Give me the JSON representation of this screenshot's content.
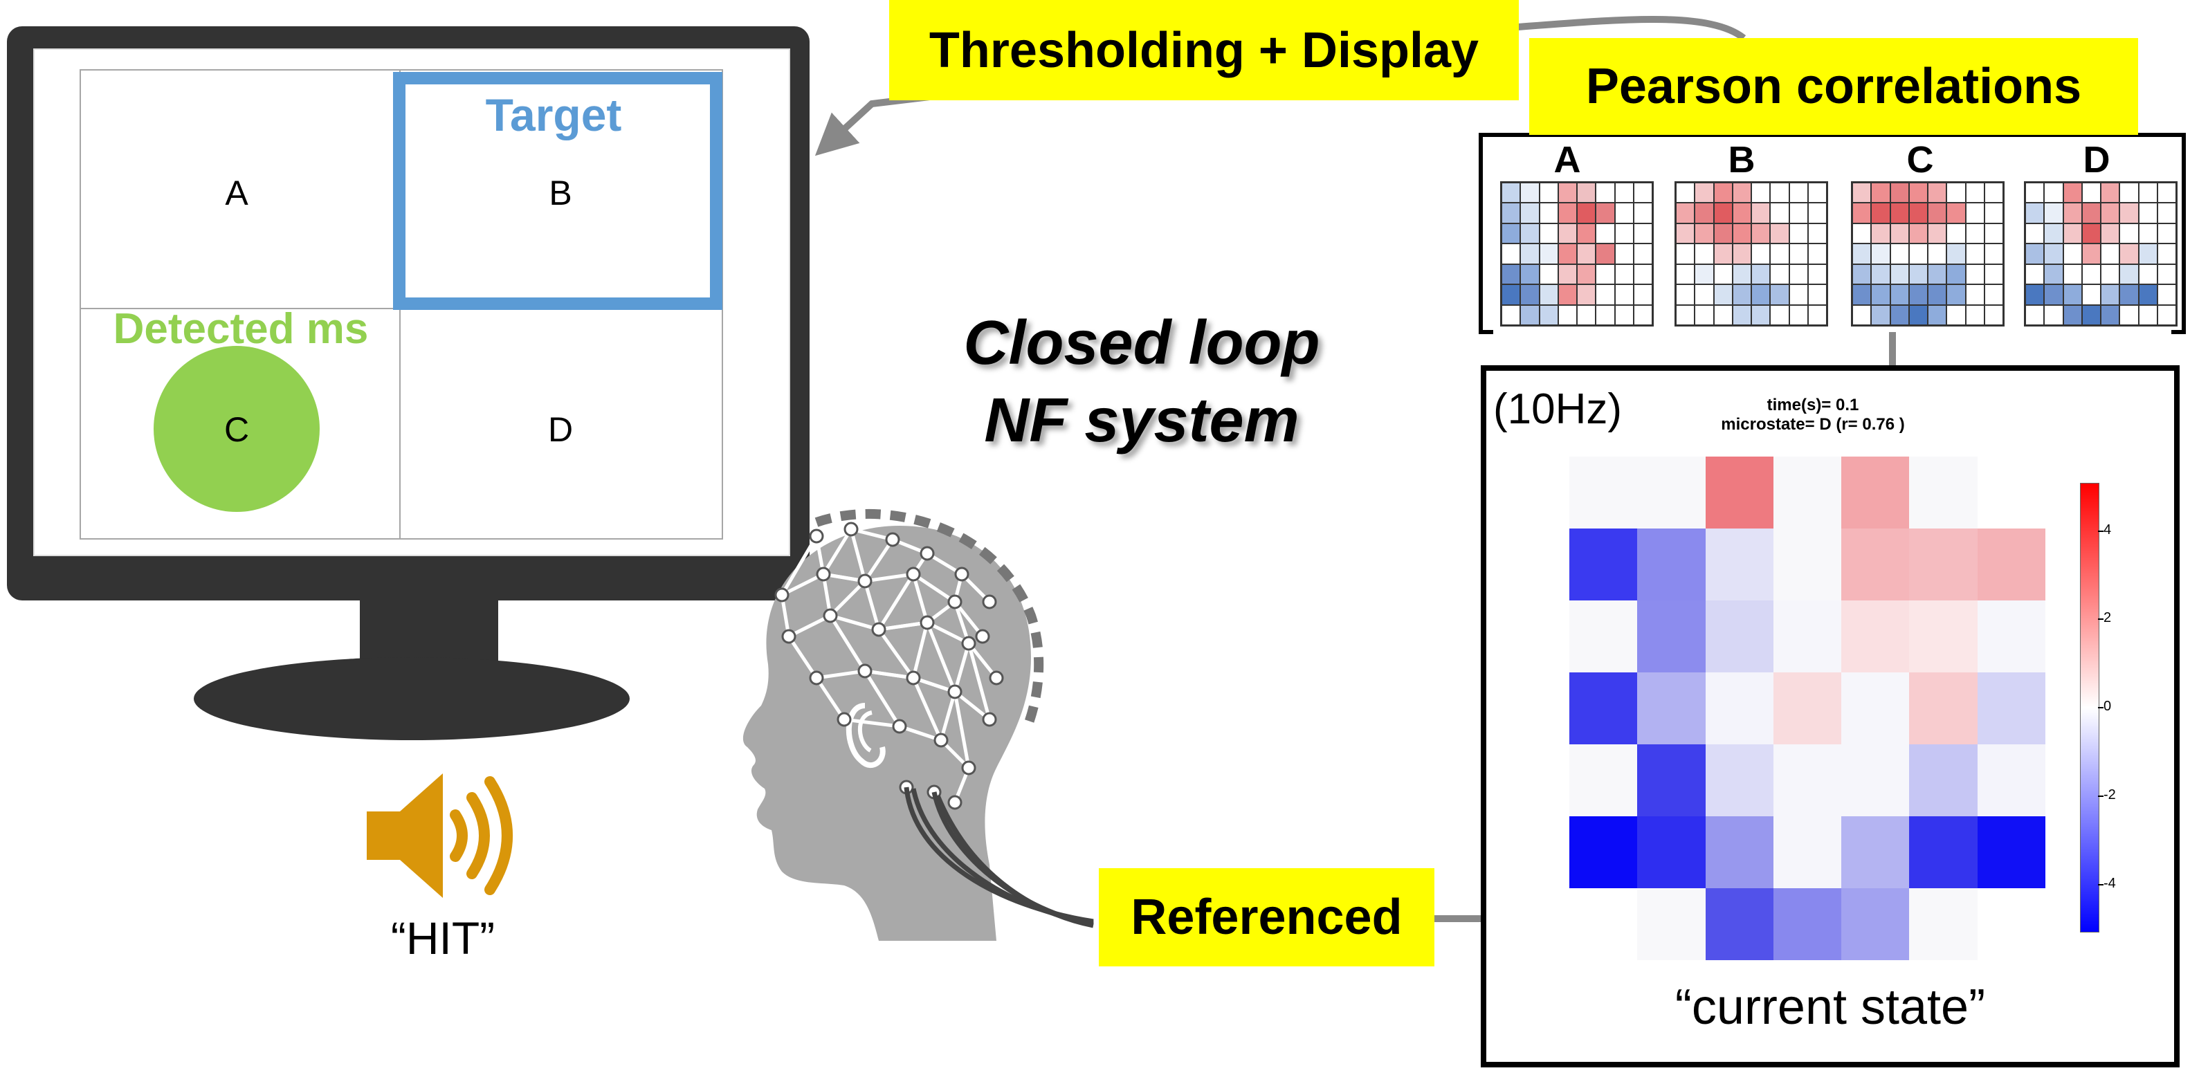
{
  "monitor": {
    "cells": [
      "A",
      "B",
      "C",
      "D"
    ],
    "target_label": "Target",
    "detected_label": "Detected ms"
  },
  "audio": {
    "label": "“HIT”",
    "icon": "speaker-icon",
    "color": "#d9960a"
  },
  "labels": {
    "thresholding": "Thresholding + Display",
    "pearson": "Pearson correlations",
    "closed_loop_line1": "Closed loop",
    "closed_loop_line2": "NF system",
    "referenced": "Referenced"
  },
  "pearson_maps": {
    "letters": [
      "A",
      "B",
      "C",
      "D"
    ],
    "grids": [
      [
        "#c6d6ee",
        "#e9eff8",
        "#ffffff",
        "#f1a8aa",
        "#eec0c2",
        "#ffffff",
        "#ffffff",
        "#ffffff",
        "#aac0e4",
        "#d6e2f2",
        "#ffffff",
        "#ee8e90",
        "#e05c60",
        "#e68084",
        "#ffffff",
        "#ffffff",
        "#8eacdc",
        "#c6d6ee",
        "#ffffff",
        "#f3c6c8",
        "#ee8e90",
        "#ffffff",
        "#ffffff",
        "#ffffff",
        "#ffffff",
        "#d6e2f2",
        "#e9eff8",
        "#ee8e90",
        "#f3c6c8",
        "#e68084",
        "#ffffff",
        "#ffffff",
        "#6e90cc",
        "#8eacdc",
        "#ffffff",
        "#f3c6c8",
        "#f1a8aa",
        "#ffffff",
        "#ffffff",
        "#ffffff",
        "#4a78c0",
        "#6e90cc",
        "#d6e2f2",
        "#ee8e90",
        "#f3c6c8",
        "#ffffff",
        "#ffffff",
        "#ffffff",
        "#ffffff",
        "#aac0e4",
        "#c6d6ee",
        "#ffffff",
        "#ffffff",
        "#ffffff",
        "#ffffff",
        "#ffffff"
      ],
      [
        "#ffffff",
        "#f3c6c8",
        "#ee8e90",
        "#f1a8aa",
        "#ffffff",
        "#ffffff",
        "#ffffff",
        "#ffffff",
        "#f1a8aa",
        "#e68084",
        "#e05c60",
        "#ee8e90",
        "#f3c6c8",
        "#ffffff",
        "#ffffff",
        "#ffffff",
        "#f3c6c8",
        "#f1a8aa",
        "#e68084",
        "#ee8e90",
        "#f1a8aa",
        "#f3c6c8",
        "#ffffff",
        "#ffffff",
        "#ffffff",
        "#ffffff",
        "#f3c6c8",
        "#f3c6c8",
        "#ffffff",
        "#ffffff",
        "#ffffff",
        "#ffffff",
        "#ffffff",
        "#e9eff8",
        "#ffffff",
        "#d6e2f2",
        "#c6d6ee",
        "#ffffff",
        "#ffffff",
        "#ffffff",
        "#ffffff",
        "#ffffff",
        "#d6e2f2",
        "#aac0e4",
        "#8eacdc",
        "#aac0e4",
        "#ffffff",
        "#ffffff",
        "#ffffff",
        "#ffffff",
        "#ffffff",
        "#c6d6ee",
        "#c6d6ee",
        "#ffffff",
        "#ffffff",
        "#ffffff"
      ],
      [
        "#f3c6c8",
        "#ee8e90",
        "#e68084",
        "#ee8e90",
        "#f1a8aa",
        "#ffffff",
        "#ffffff",
        "#ffffff",
        "#ee8e90",
        "#e05c60",
        "#e05c60",
        "#e05c60",
        "#e68084",
        "#ee8e90",
        "#ffffff",
        "#ffffff",
        "#ffffff",
        "#f3c6c8",
        "#f3c6c8",
        "#f1a8aa",
        "#f3c6c8",
        "#ffffff",
        "#ffffff",
        "#ffffff",
        "#d6e2f2",
        "#e9eff8",
        "#ffffff",
        "#ffffff",
        "#ffffff",
        "#d6e2f2",
        "#ffffff",
        "#ffffff",
        "#aac0e4",
        "#c6d6ee",
        "#d6e2f2",
        "#c6d6ee",
        "#aac0e4",
        "#8eacdc",
        "#ffffff",
        "#ffffff",
        "#6e90cc",
        "#8eacdc",
        "#8eacdc",
        "#6e90cc",
        "#6e90cc",
        "#8eacdc",
        "#ffffff",
        "#ffffff",
        "#ffffff",
        "#aac0e4",
        "#6e90cc",
        "#4a78c0",
        "#8eacdc",
        "#ffffff",
        "#ffffff",
        "#ffffff"
      ],
      [
        "#ffffff",
        "#ffffff",
        "#ee8e90",
        "#ffffff",
        "#f1a8aa",
        "#ffffff",
        "#ffffff",
        "#ffffff",
        "#c6d6ee",
        "#e9eff8",
        "#f1a8aa",
        "#e68084",
        "#f1a8aa",
        "#f3c6c8",
        "#ffffff",
        "#ffffff",
        "#ffffff",
        "#d6e2f2",
        "#f3c6c8",
        "#e05c60",
        "#f3c6c8",
        "#ffffff",
        "#ffffff",
        "#ffffff",
        "#aac0e4",
        "#c6d6ee",
        "#ffffff",
        "#f1a8aa",
        "#ffffff",
        "#f3c6c8",
        "#d6e2f2",
        "#ffffff",
        "#ffffff",
        "#aac0e4",
        "#ffffff",
        "#ffffff",
        "#ffffff",
        "#d6e2f2",
        "#ffffff",
        "#ffffff",
        "#4a78c0",
        "#6e90cc",
        "#8eacdc",
        "#ffffff",
        "#aac0e4",
        "#6e90cc",
        "#4a78c0",
        "#ffffff",
        "#ffffff",
        "#ffffff",
        "#6e90cc",
        "#4a78c0",
        "#6e90cc",
        "#ffffff",
        "#ffffff",
        "#ffffff"
      ]
    ]
  },
  "current_state": {
    "frequency": "(10Hz)",
    "time_line": "time(s)=  0.1",
    "microstate_line": "microstate=  D (r= 0.76 )",
    "caption": "“current state”",
    "colorbar_ticks": [
      "4",
      "2",
      "0",
      "-2",
      "-4"
    ],
    "colorbar_colors": {
      "max": "#ff0000",
      "mid": "#ffffff",
      "min": "#0000ff"
    },
    "cells": [
      "#f8f8fa",
      "#f8f8fa",
      "#ee7a80",
      "#f8f8fa",
      "#f3a6aa",
      "#f8f8fa",
      "#ffffff",
      "#3a3af0",
      "#8a8aee",
      "#e2e2f7",
      "#f8f8fa",
      "#f5b6ba",
      "#f5bcc0",
      "#f4b2b6",
      "#f8f8fa",
      "#8c8cee",
      "#d7d7f5",
      "#f6f6fb",
      "#fae0e2",
      "#fbe7e8",
      "#f6f6fb",
      "#3c3cee",
      "#b2b2f2",
      "#f4f4fb",
      "#f9dcde",
      "#f6f6fb",
      "#f8cccf",
      "#d4d4f6",
      "#f8f8fa",
      "#3f3fec",
      "#dcdcf7",
      "#f6f6fb",
      "#f6f6fb",
      "#c6c6f4",
      "#f4f4fb",
      "#0a0af8",
      "#2e2ef0",
      "#9898ee",
      "#f6f6fb",
      "#b4b4f2",
      "#3434ee",
      "#1010f6",
      "#ffffff",
      "#f8f8fa",
      "#5252ea",
      "#8888ee",
      "#a2a2f0",
      "#f8f8fa",
      "#ffffff"
    ]
  }
}
